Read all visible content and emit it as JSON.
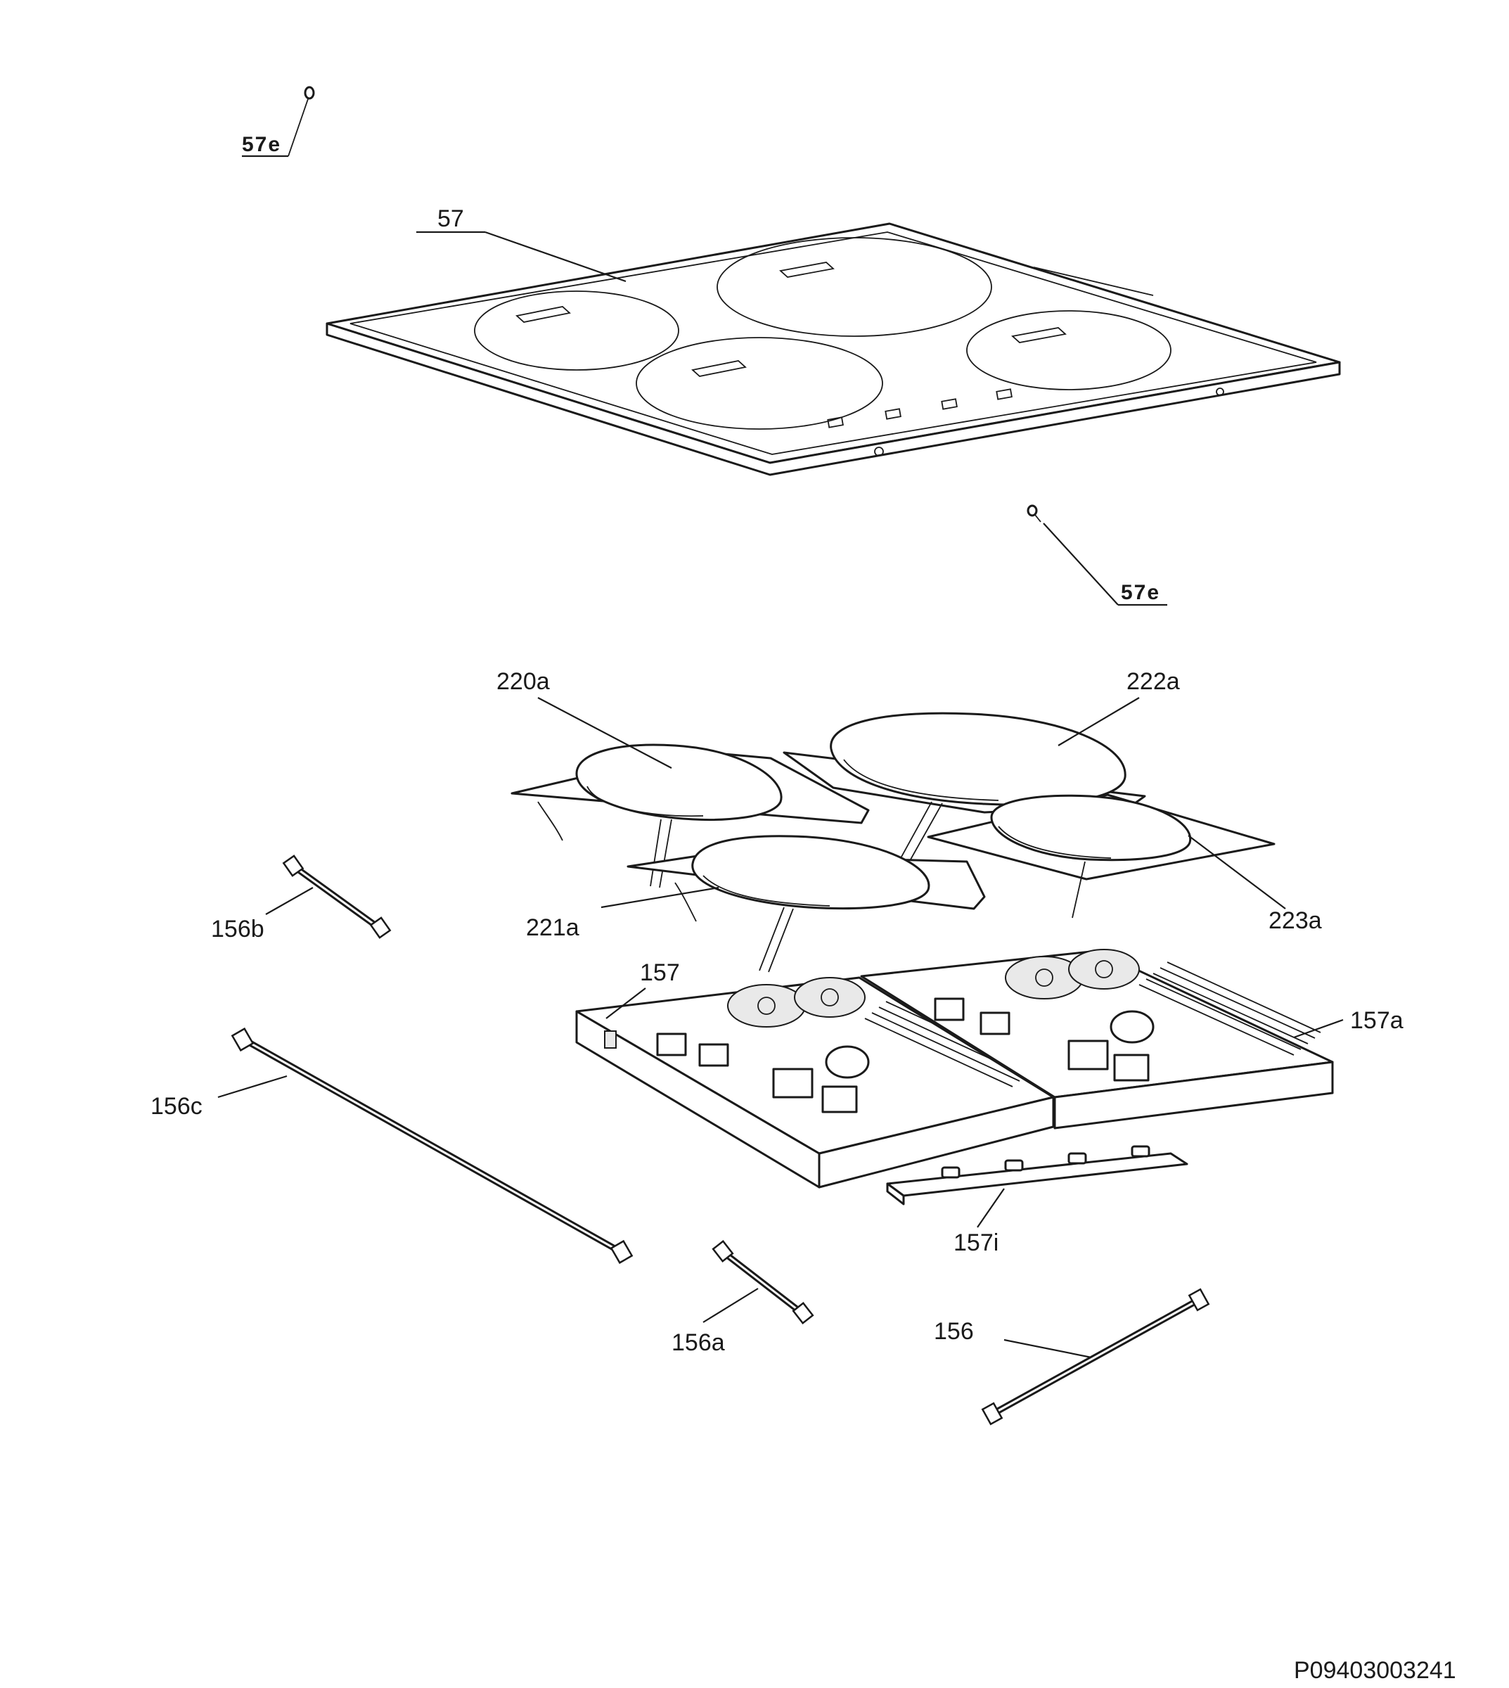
{
  "labels": {
    "screw_top": "57e",
    "hob_top": "57",
    "screw_right": "57e",
    "coil_220a": "220a",
    "coil_222a": "222a",
    "coil_221a": "221a",
    "coil_223a": "223a",
    "cable_156b": "156b",
    "board_157": "157",
    "board_157a": "157a",
    "cable_156c": "156c",
    "control_157i": "157i",
    "cable_156a": "156a",
    "cable_156": "156"
  },
  "drawing_number": "P09403003241"
}
